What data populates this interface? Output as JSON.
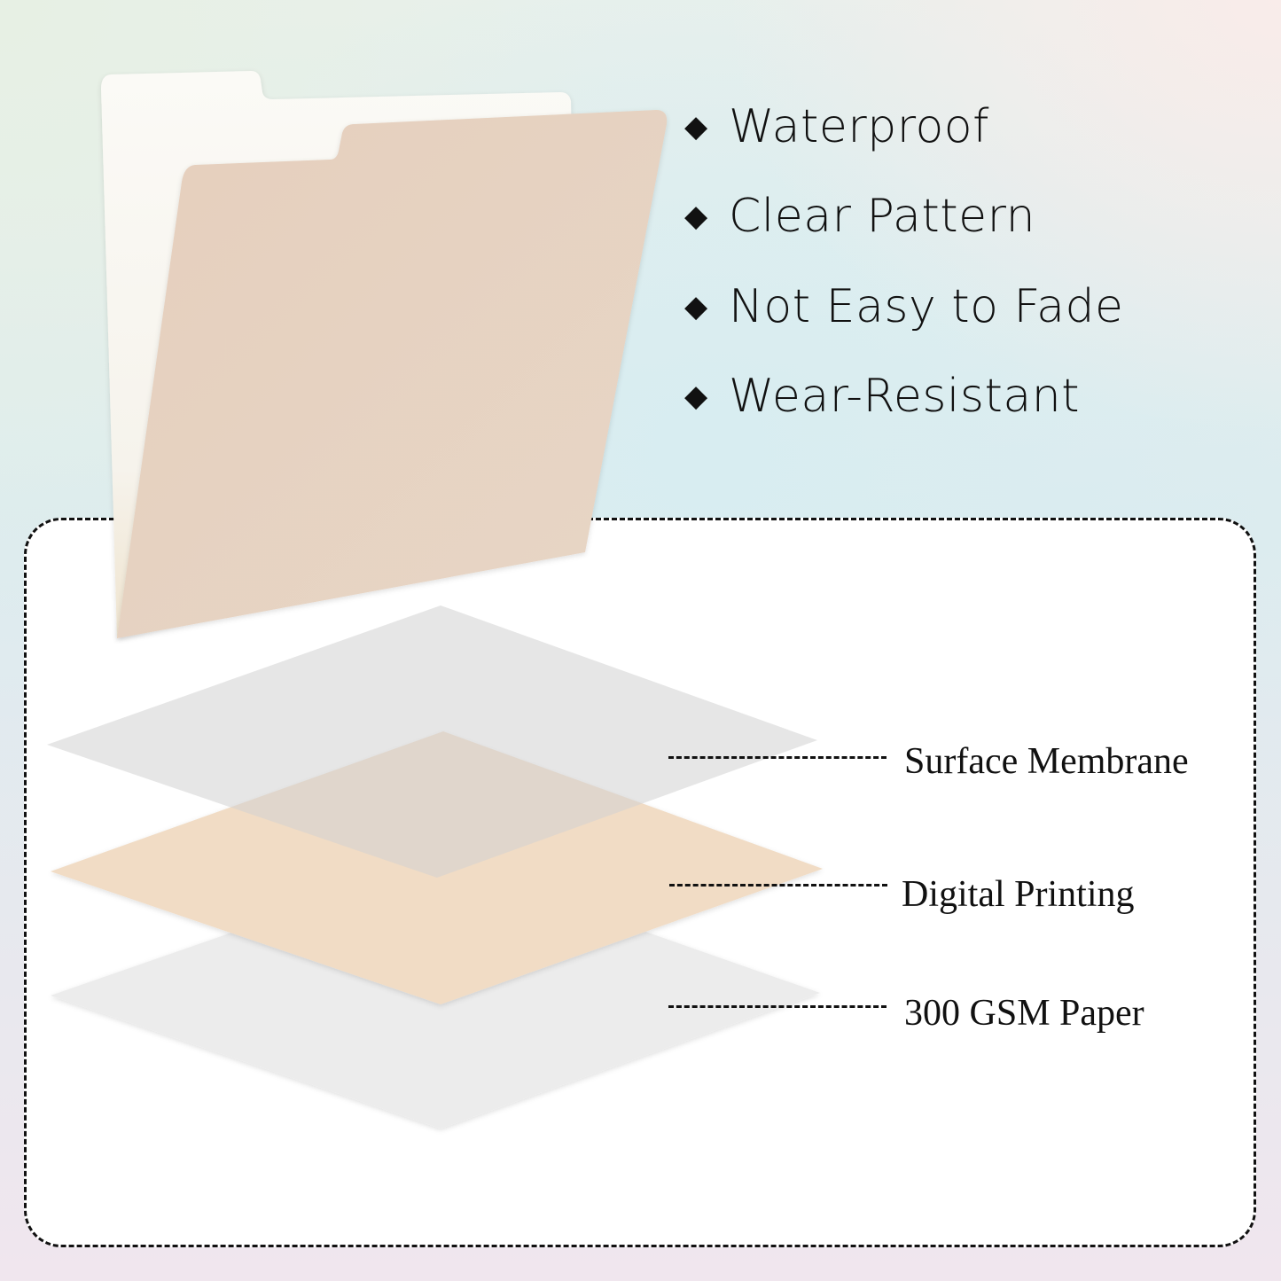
{
  "features": {
    "bullet_icon": "◆",
    "items": [
      {
        "label": "Waterproof"
      },
      {
        "label": "Clear Pattern"
      },
      {
        "label": "Not Easy to Fade"
      },
      {
        "label": "Wear-Resistant"
      }
    ]
  },
  "layers": [
    {
      "label": "Surface Membrane",
      "color": "#e3e3e3"
    },
    {
      "label": "Digital Printing",
      "color": "#f1dcc5"
    },
    {
      "label": "300 GSM Paper",
      "color": "#ececec"
    }
  ],
  "folder": {
    "front_color": "#e6d2c0",
    "back_color": "#f8f6f1"
  }
}
